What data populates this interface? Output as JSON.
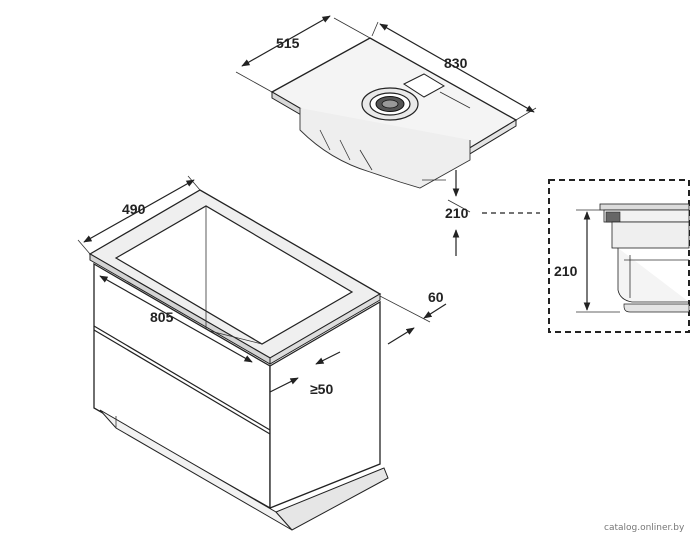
{
  "dimensions": {
    "hob_depth": "515",
    "hob_width": "830",
    "hob_height": "210",
    "cabinet_depth": "490",
    "cabinet_cutout_width": "805",
    "front_clearance": "60",
    "rear_gap": "≥50",
    "detail_height": "210"
  },
  "watermark": "catalog.onliner.by",
  "colors": {
    "line": "#222222",
    "panel": "#f2f2f2",
    "background": "#ffffff"
  }
}
